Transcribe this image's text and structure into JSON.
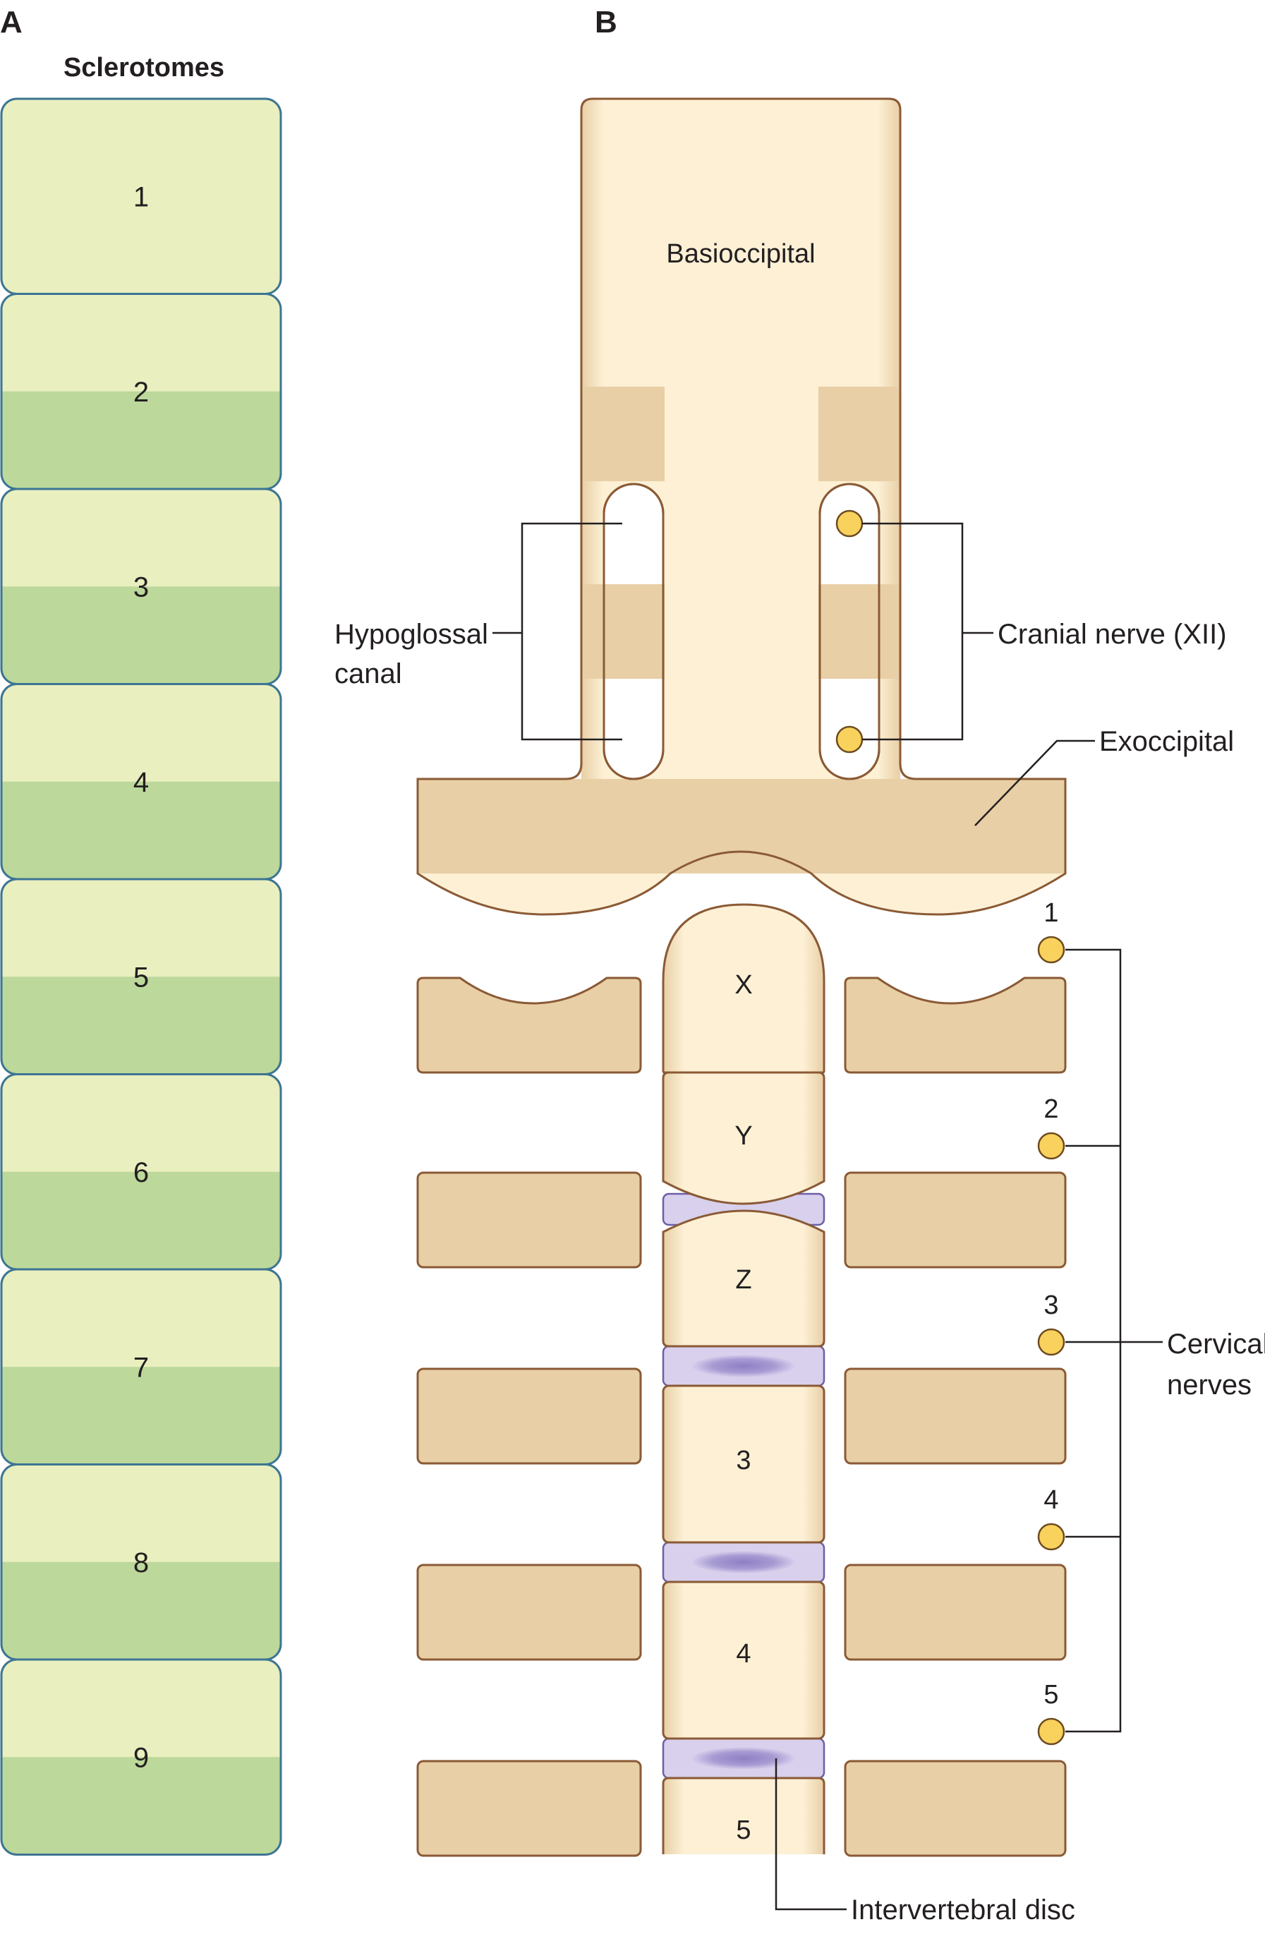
{
  "panel_a": {
    "letter": "A",
    "title": "Sclerotomes",
    "segments": [
      "1",
      "2",
      "3",
      "4",
      "5",
      "6",
      "7",
      "8",
      "9"
    ],
    "colors": {
      "light": "#e9efbf",
      "dark": "#bcd89b",
      "border": "#3d7593"
    }
  },
  "panel_b": {
    "letter": "B",
    "labels": {
      "basioccipital": "Basioccipital",
      "hypoglossal_line1": "Hypoglossal",
      "hypoglossal_line2": "canal",
      "cranial_nerve": "Cranial nerve (XII)",
      "exoccipital": "Exoccipital",
      "cervical_line1": "Cervical",
      "cervical_line2": "nerves",
      "intervertebral_disc": "Intervertebral disc"
    },
    "vertebral_bodies": [
      "X",
      "Y",
      "Z",
      "3",
      "4",
      "5"
    ],
    "cervical_nerve_numbers": [
      "1",
      "2",
      "3",
      "4",
      "5"
    ],
    "colors": {
      "bone_light": "#fdf0d5",
      "bone_dark": "#e8cfa6",
      "bone_outline": "#8a5a35",
      "disc": "#d8d0ec",
      "disc_core": "#8e7fc4",
      "nerve": "#f9d25d"
    }
  }
}
